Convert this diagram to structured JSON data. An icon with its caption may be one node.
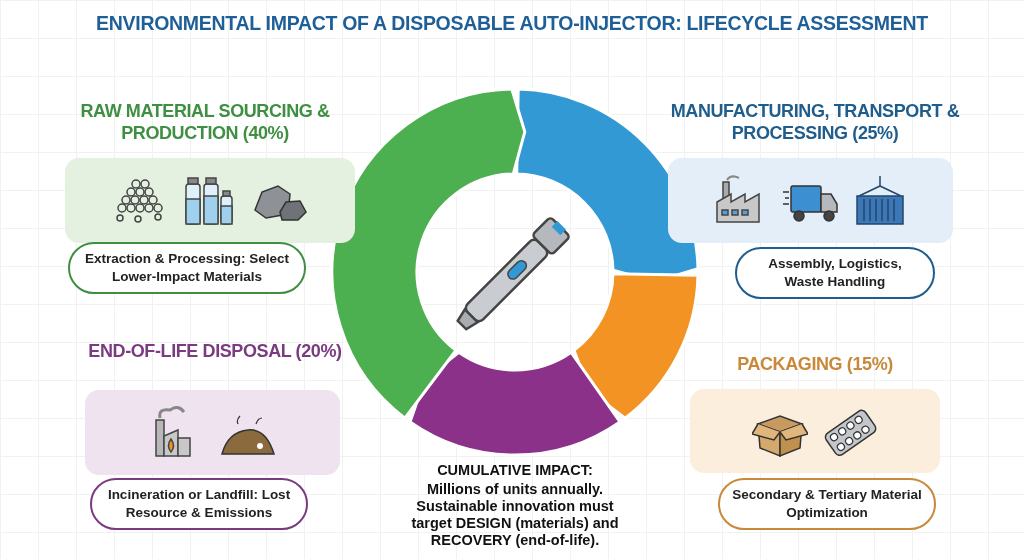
{
  "diagram": {
    "title": "ENVIRONMENTAL IMPACT OF A DISPOSABLE AUTO-INJECTOR: LIFECYCLE ASSESSMENT",
    "nodes": [
      {
        "text": [
          "RAW MATERIAL SOURCING & PRODUCTION (40%)"
        ]
      },
      {
        "text": [
          "Extraction & Processing: Select Lower-Impact Materials"
        ]
      },
      {
        "text": [
          "MANUFACTURING, TRANSPORT & PROCESSING (25%)"
        ]
      },
      {
        "text": [
          "Assembly, Logistics, Waste Handling"
        ]
      },
      {
        "text": [
          "END-OF-LIFE DISPOSAL (20%)"
        ]
      },
      {
        "text": [
          "Incineration or Landfill: Lost Resource & Emissions"
        ]
      },
      {
        "text": [
          "PACKAGING (15%)"
        ]
      },
      {
        "text": [
          "Secondary & Tertiary Material Optimization"
        ]
      }
    ],
    "labels": [
      "CUMULATIVE IMPACT:",
      "Millions of units annually. Sustainable innovation must target DESIGN (materials) and RECOVERY (end-of-life)."
    ]
  }
}
